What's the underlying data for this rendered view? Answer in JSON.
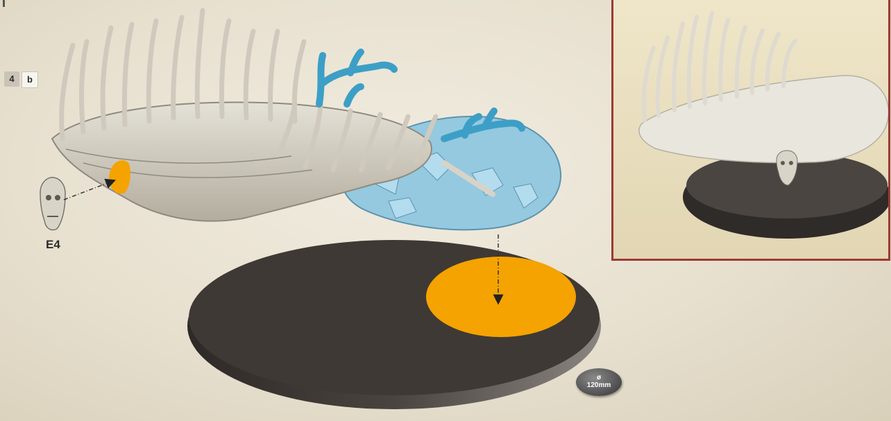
{
  "step": {
    "number": "4",
    "sub": "b"
  },
  "part": {
    "label": "E4"
  },
  "base": {
    "diameter_symbol": "ø",
    "diameter_label": "120mm"
  },
  "colors": {
    "bone": "#d4d0c4",
    "blue_piece": "#3d9fc6",
    "rock_piece": "#94c9e0",
    "glue_point": "#f4a300",
    "base": "#3f3935",
    "inset_border": "#9b3a34"
  },
  "icons": [
    "skull-icon",
    "arrow-down-icon",
    "dashed-arrow-icon"
  ]
}
